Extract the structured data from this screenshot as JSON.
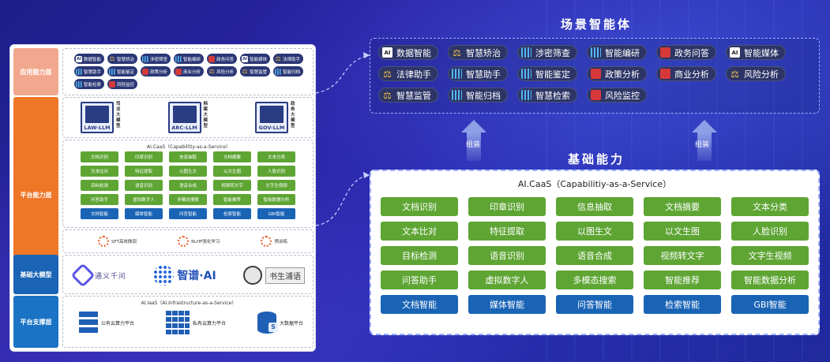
{
  "left": {
    "layers": {
      "app": "应用能力层",
      "platform": "平台能力层",
      "base_model": "基础大模型",
      "support": "平台支撑层"
    },
    "app_tags": [
      {
        "label": "数据智能",
        "icon": "ai-icon"
      },
      {
        "label": "智慧矫治",
        "icon": "scale-icon"
      },
      {
        "label": "涉密筛查",
        "icon": "bars-icon"
      },
      {
        "label": "智能编研",
        "icon": "bars-icon"
      },
      {
        "label": "政务问答",
        "icon": "gov-icon"
      },
      {
        "label": "智能媒体",
        "icon": "ai-icon"
      },
      {
        "label": "法律助手",
        "icon": "scale-icon"
      },
      {
        "label": "智慧助手",
        "icon": "bars-icon"
      },
      {
        "label": "智能鉴定",
        "icon": "bars-icon"
      },
      {
        "label": "政策分析",
        "icon": "gov-icon"
      },
      {
        "label": "商业分析",
        "icon": "gov-icon"
      },
      {
        "label": "风险分析",
        "icon": "scale-icon"
      },
      {
        "label": "智慧监管",
        "icon": "scale-icon"
      },
      {
        "label": "智能归档",
        "icon": "bars-icon"
      },
      {
        "label": "智能检索",
        "icon": "bars-icon"
      },
      {
        "label": "风险监控",
        "icon": "gov-icon"
      }
    ],
    "llms": [
      {
        "name": "LAW-LLM",
        "side": "司法大模型"
      },
      {
        "name": "ARC-LLM",
        "side": "档案大模型"
      },
      {
        "name": "GOV-LLM",
        "side": "政务大模型"
      }
    ],
    "caas_title": "AI.CaaS（Capabilitiy-as-a-Service）",
    "ft_items": [
      "SFT高效微调",
      "RLHF强化学习",
      "预训练"
    ],
    "base_models": [
      "通义千问",
      "智谱·AI",
      "书生浦语"
    ],
    "iaas_title": "AI.IaaS（AI.Infrastructure-as-a-Service）",
    "iaas_items": [
      "公有云算力平台",
      "私有云算力平台",
      "大数据平台"
    ],
    "iaas_badge": "S"
  },
  "scene": {
    "title": "场景智能体",
    "tags": [
      {
        "label": "数据智能",
        "icon": "ai-icon"
      },
      {
        "label": "智慧矫治",
        "icon": "scale-icon"
      },
      {
        "label": "涉密筛查",
        "icon": "bars-icon"
      },
      {
        "label": "智能编研",
        "icon": "bars-icon"
      },
      {
        "label": "政务问答",
        "icon": "gov-icon"
      },
      {
        "label": "智能媒体",
        "icon": "ai-icon"
      },
      {
        "label": "法律助手",
        "icon": "scale-icon"
      },
      {
        "label": "智慧助手",
        "icon": "bars-icon"
      },
      {
        "label": "智能鉴定",
        "icon": "bars-icon"
      },
      {
        "label": "政策分析",
        "icon": "gov-icon"
      },
      {
        "label": "商业分析",
        "icon": "gov-icon"
      },
      {
        "label": "风险分析",
        "icon": "scale-icon"
      },
      {
        "label": "智慧监管",
        "icon": "scale-icon"
      },
      {
        "label": "智能归档",
        "icon": "bars-icon"
      },
      {
        "label": "智慧检索",
        "icon": "bars-icon"
      },
      {
        "label": "风险监控",
        "icon": "gov-icon"
      }
    ]
  },
  "assemble_label": "组装",
  "base": {
    "title": "基础能力",
    "caas_title": "AI.CaaS（Capabilitiy-as-a-Service）",
    "cells": [
      "文档识别",
      "印章识别",
      "信息抽取",
      "文档摘要",
      "文本分类",
      "文本比对",
      "特征提取",
      "以图生文",
      "以文生图",
      "人脸识别",
      "目标检测",
      "语音识别",
      "语音合成",
      "视频转文字",
      "文字生视频",
      "问答助手",
      "虚拟数字人",
      "多模态搜索",
      "智能推荐",
      "智能数据分析"
    ],
    "blue_cells": [
      "文档智能",
      "媒体智能",
      "问答智能",
      "检索智能",
      "GBI智能"
    ]
  },
  "colors": {
    "green": "#5ea534",
    "blue": "#1a64b6",
    "orange": "#ee7627",
    "navy_tag": "#2c3566"
  }
}
